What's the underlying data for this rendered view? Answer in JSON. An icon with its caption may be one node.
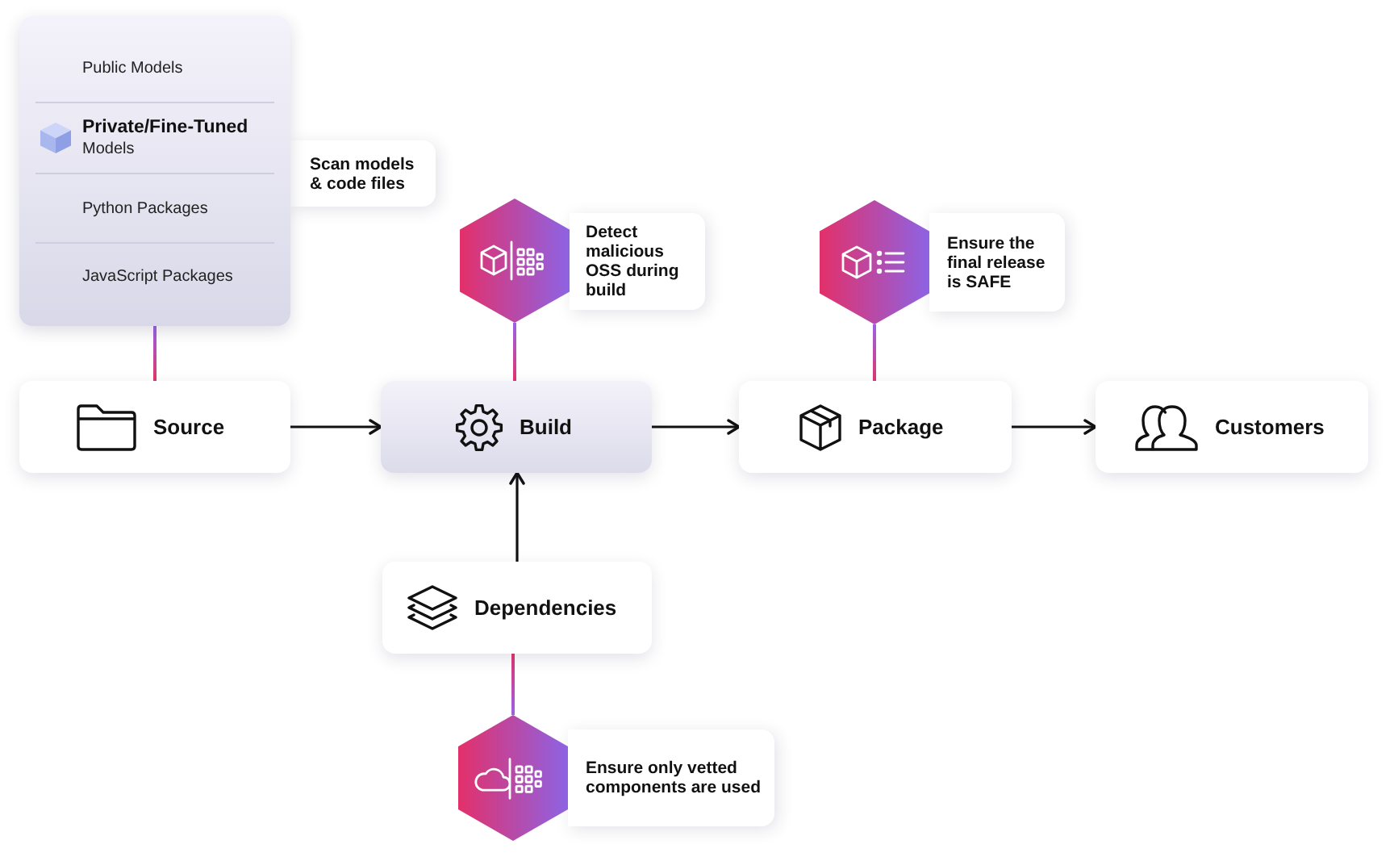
{
  "diagram": {
    "nodes": [
      {
        "text": [],
        "shape": "box"
      },
      {
        "text": [
          "Public Models"
        ],
        "in": 0
      },
      {
        "text": [
          "Private/Fine-Tuned",
          "Models"
        ],
        "in": 0
      },
      {
        "text": [
          "Python Packages"
        ],
        "in": 0
      },
      {
        "text": [
          "JavaScript Packages"
        ],
        "in": 0
      },
      {
        "text": [
          "Scan models & code files"
        ]
      },
      {
        "text": [],
        "shape": "hexagon"
      },
      {
        "text": [
          "Detect malicious OSS during build"
        ]
      },
      {
        "text": [],
        "shape": "hexagon"
      },
      {
        "text": [
          "Ensure the final release is SAFE"
        ]
      },
      {
        "text": [
          "Source"
        ]
      },
      {
        "text": [
          "Build"
        ]
      },
      {
        "text": [
          "Package"
        ]
      },
      {
        "text": [
          "Customers"
        ]
      },
      {
        "text": [
          "Dependencies"
        ]
      },
      {
        "text": [],
        "shape": "hexagon"
      },
      {
        "text": [
          "Ensure only vetted components are used"
        ]
      }
    ],
    "edges": [
      {
        "from": 0,
        "to": 10,
        "arrow": "none",
        "color": "#e2336e"
      },
      {
        "from": 10,
        "to": 11,
        "arrow": "to"
      },
      {
        "from": 6,
        "to": 11,
        "arrow": "none",
        "color": "#e2336e"
      },
      {
        "from": 11,
        "to": 12,
        "arrow": "to"
      },
      {
        "from": 8,
        "to": 12,
        "arrow": "none",
        "color": "#e2336e"
      },
      {
        "from": 12,
        "to": 13,
        "arrow": "to"
      },
      {
        "from": 14,
        "to": 11,
        "arrow": "to"
      },
      {
        "from": 15,
        "to": 14,
        "arrow": "none",
        "color": "#e2336e"
      }
    ]
  }
}
